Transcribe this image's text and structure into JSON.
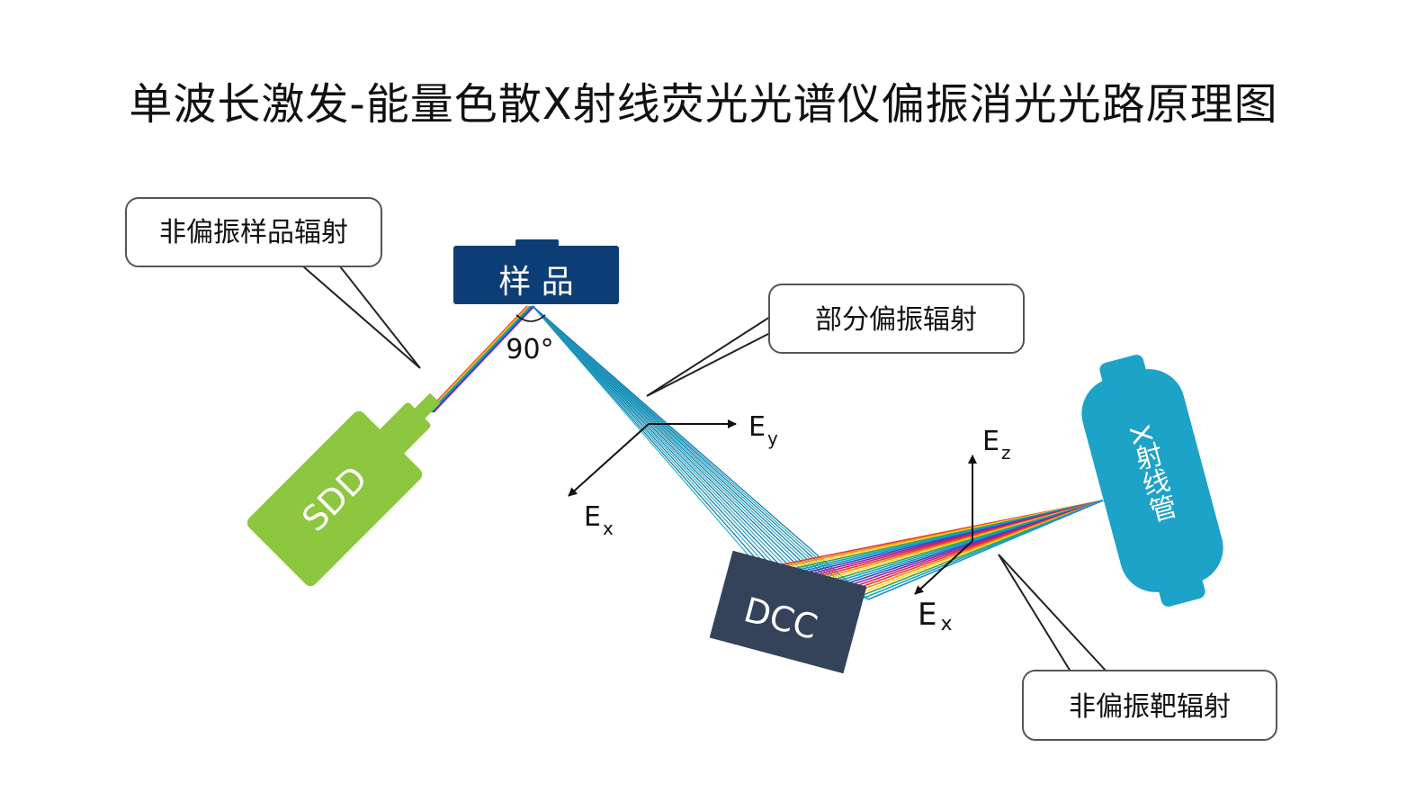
{
  "title": "单波长激发-能量色散X射线荧光光谱仪偏振消光光路原理图",
  "components": {
    "sample": "样 品",
    "sdd": "SDD",
    "dcc": "DCC",
    "xray_tube": "X射线管"
  },
  "angle_label": "90°",
  "callouts": {
    "sample_radiation": "非偏振样品辐射",
    "partial_polarized": "部分偏振辐射",
    "target_radiation": "非偏振靶辐射"
  },
  "axes": {
    "ey_base": "E",
    "ey_sub": "y",
    "ex1_base": "E",
    "ex1_sub": "x",
    "ez_base": "E",
    "ez_sub": "z",
    "ex2_base": "E",
    "ex2_sub": "x"
  },
  "colors": {
    "sample_box": "#0d3d75",
    "sdd": "#8dc63f",
    "dcc": "#34425a",
    "xray_tube": "#1da2c8",
    "beam_blue": "#1b6fa8",
    "beam_cyan": "#20b7c9"
  }
}
